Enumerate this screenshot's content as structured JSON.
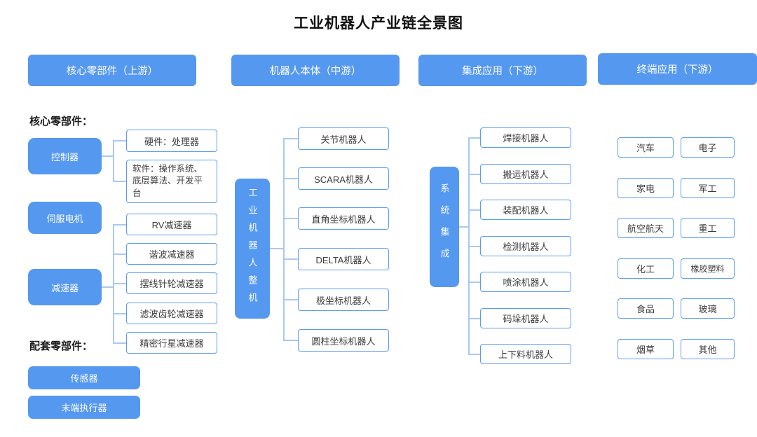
{
  "title": "工业机器人产业链全景图",
  "headers": {
    "core": "核心零部件（上游）",
    "body": "机器人本体（中游）",
    "integration": "集成应用（下游）",
    "terminal": "终端应用（下游）"
  },
  "core": {
    "section_label": "核心零部件：",
    "controller": "控制器",
    "controller_children": [
      "硬件：处理器",
      "软件：操作系统、底层算法、开发平台"
    ],
    "servo": "伺服电机",
    "reducer": "减速器",
    "reducer_children": [
      "RV减速器",
      "谐波减速器",
      "摆线针轮减速器",
      "滤波齿轮减速器",
      "精密行星减速器"
    ],
    "support_label": "配套零部件：",
    "support": [
      "传感器",
      "末端执行器"
    ]
  },
  "body": {
    "parent": "工业机器人整机",
    "children": [
      "关节机器人",
      "SCARA机器人",
      "直角坐标机器人",
      "DELTA机器人",
      "极坐标机器人",
      "圆柱坐标机器人"
    ]
  },
  "integration": {
    "parent": "系统集成",
    "children": [
      "焊接机器人",
      "搬运机器人",
      "装配机器人",
      "检测机器人",
      "喷涂机器人",
      "码垛机器人",
      "上下料机器人"
    ]
  },
  "terminal": {
    "left": [
      "汽车",
      "家电",
      "航空航天",
      "化工",
      "食品",
      "烟草"
    ],
    "right": [
      "电子",
      "军工",
      "重工",
      "橡胶塑料",
      "玻璃",
      "其他"
    ]
  },
  "colors": {
    "primary_blue": "#5598F0",
    "box_border": "#5B9CF2",
    "connector": "#A8C9F4"
  }
}
